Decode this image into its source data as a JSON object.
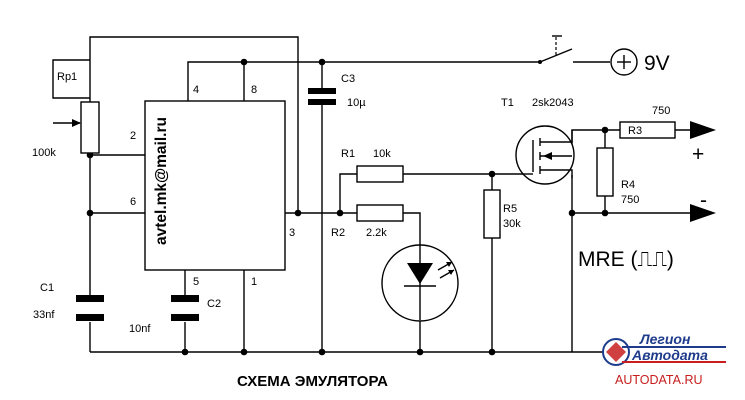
{
  "labels": {
    "rp1": "Rp1",
    "rp1_value": "100k",
    "c1": "C1",
    "c1_value": "33nf",
    "c2": "C2",
    "c2_value": "10nf",
    "c3": "C3",
    "c3_value": "10µ",
    "r1": "R1",
    "r1_value": "10k",
    "r2": "R2",
    "r2_value": "2.2k",
    "r3": "R3",
    "r3_value": "750",
    "r4": "R4",
    "r4_value": "750",
    "r5": "R5",
    "r5_value": "30k",
    "t1": "T1",
    "t1_value": "2sk2043",
    "supply": "9V",
    "output": "MRE (⎍⎍)",
    "plus": "+",
    "minus": "-"
  },
  "ic": {
    "pin_labels": [
      "4",
      "8",
      "2",
      "6",
      "3",
      "5",
      "1"
    ],
    "email": "avtel.mk@mail.ru"
  },
  "caption": "СХЕМА ЭМУЛЯТОРА",
  "logo": {
    "brand_line1": "Легион",
    "brand_line2": "Автодата",
    "site": "AUTODATA.RU"
  }
}
